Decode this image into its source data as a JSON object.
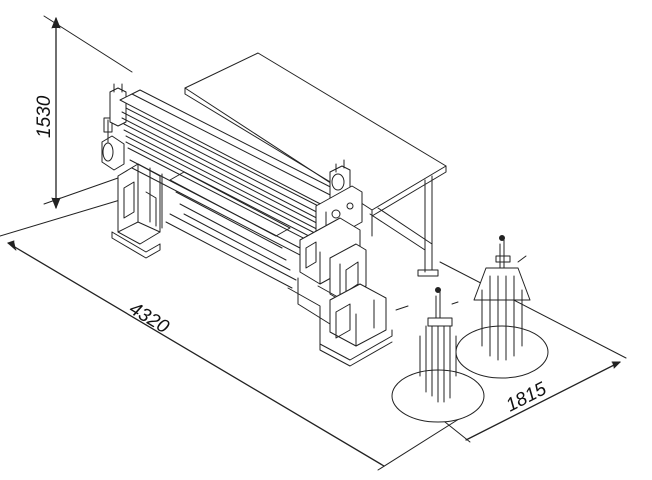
{
  "dimensions": {
    "height": "1530",
    "length": "4320",
    "width": "1815"
  },
  "colors": {
    "line": "#222222",
    "fill": "#ffffff",
    "background": "#ffffff"
  }
}
